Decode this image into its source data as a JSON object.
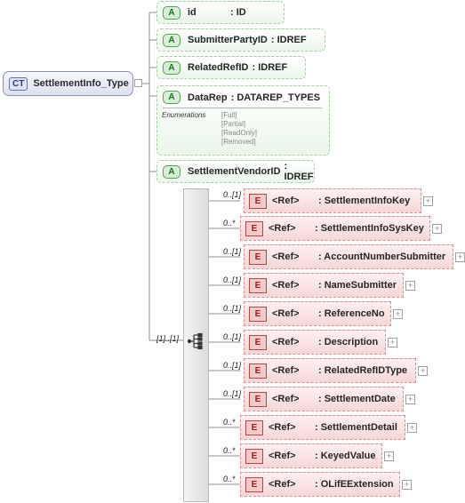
{
  "complex_type": {
    "badge": "CT",
    "name": "SettlementInfo_Type"
  },
  "attributes": [
    {
      "badge": "A",
      "name": "id",
      "type": ": ID"
    },
    {
      "badge": "A",
      "name": "SubmitterPartyID",
      "type": ": IDREF"
    },
    {
      "badge": "A",
      "name": "RelatedRefID",
      "type": ": IDREF"
    },
    {
      "badge": "A",
      "name": "DataRep",
      "type": ": DATAREP_TYPES"
    },
    {
      "badge": "A",
      "name": "SettlementVendorID",
      "type": ": IDREF"
    }
  ],
  "enumerations": {
    "title": "Enumerations",
    "values": [
      "[Full]",
      "[Partial]",
      "[ReadOnly]",
      "[Removed]"
    ]
  },
  "sequence": {
    "cardinality": "[1]..[1]"
  },
  "elements": [
    {
      "card": "0..[1]",
      "badge": "E",
      "ref": "<Ref>",
      "name": ": SettlementInfoKey"
    },
    {
      "card": "0..*",
      "badge": "E",
      "ref": "<Ref>",
      "name": ": SettlementInfoSysKey"
    },
    {
      "card": "0..[1]",
      "badge": "E",
      "ref": "<Ref>",
      "name": ": AccountNumberSubmitter"
    },
    {
      "card": "0..[1]",
      "badge": "E",
      "ref": "<Ref>",
      "name": ": NameSubmitter"
    },
    {
      "card": "0..[1]",
      "badge": "E",
      "ref": "<Ref>",
      "name": ": ReferenceNo"
    },
    {
      "card": "0..[1]",
      "badge": "E",
      "ref": "<Ref>",
      "name": ": Description"
    },
    {
      "card": "0..[1]",
      "badge": "E",
      "ref": "<Ref>",
      "name": ": RelatedRefIDType"
    },
    {
      "card": "0..[1]",
      "badge": "E",
      "ref": "<Ref>",
      "name": ": SettlementDate"
    },
    {
      "card": "0..*",
      "badge": "E",
      "ref": "<Ref>",
      "name": ": SettlementDetail"
    },
    {
      "card": "0..*",
      "badge": "E",
      "ref": "<Ref>",
      "name": ": KeyedValue"
    },
    {
      "card": "0..*",
      "badge": "E",
      "ref": "<Ref>",
      "name": ": OLifEExtension"
    }
  ],
  "expand_glyph": "+"
}
